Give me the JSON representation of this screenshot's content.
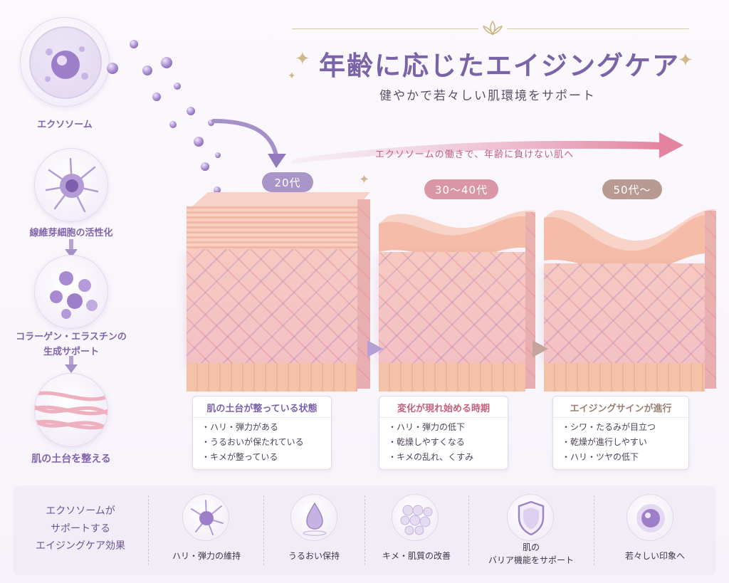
{
  "header": {
    "title": "年齢に応じたエイジングケア",
    "subtitle": "健やかで若々しい肌環境をサポート"
  },
  "left_column": {
    "items": [
      {
        "label": "エクソソーム",
        "icon": "exosome-icon"
      },
      {
        "label": "線維芽細胞の活性化",
        "icon": "fibroblast-icon"
      },
      {
        "label_line1": "コラーゲン・エラスチンの",
        "label_line2": "生成サポート",
        "icon": "collagen-molecule-icon"
      },
      {
        "label": "肌の土台を整える",
        "icon": "fiber-mesh-icon"
      }
    ]
  },
  "flow": {
    "text": "エクソソームの働きで、年齢に負けない肌へ"
  },
  "stages": [
    {
      "age": "20代",
      "badge_color": "#a995c8",
      "head": "肌の土台が整っている状態",
      "head_color": "#7b63a8",
      "points": [
        "・ハリ・弾力がある",
        "・うるおいが保たれている",
        "・キメが整っている"
      ]
    },
    {
      "age": "30〜40代",
      "badge_color": "#d996a4",
      "head": "変化が現れ始める時期",
      "head_color": "#c4607a",
      "points": [
        "・ハリ・弾力の低下",
        "・乾燥しやすくなる",
        "・キメの乱れ、くすみ"
      ]
    },
    {
      "age": "50代〜",
      "badge_color": "#b89a93",
      "head": "エイジングサインが進行",
      "head_color": "#9a7f72",
      "points": [
        "・シワ・たるみが目立つ",
        "・乾燥が進行しやすい",
        "・ハリ・ツヤの低下"
      ]
    }
  ],
  "benefits": {
    "lead_line1": "エクソソームが",
    "lead_line2": "サポートする",
    "lead_line3": "エイジングケア効果",
    "items": [
      {
        "label": "ハリ・弾力の維持",
        "icon": "fibroblast-icon"
      },
      {
        "label": "うるおい保持",
        "icon": "water-drop-icon"
      },
      {
        "label": "キメ・肌質の改善",
        "icon": "skin-cells-icon"
      },
      {
        "label_line1": "肌の",
        "label_line2": "バリア機能をサポート",
        "icon": "shield-icon"
      },
      {
        "label": "若々しい印象へ",
        "icon": "glowing-sphere-icon"
      }
    ]
  },
  "colors": {
    "primary_purple": "#7b63a8",
    "accent_pink": "#d97892",
    "gold": "#d2b98a"
  }
}
